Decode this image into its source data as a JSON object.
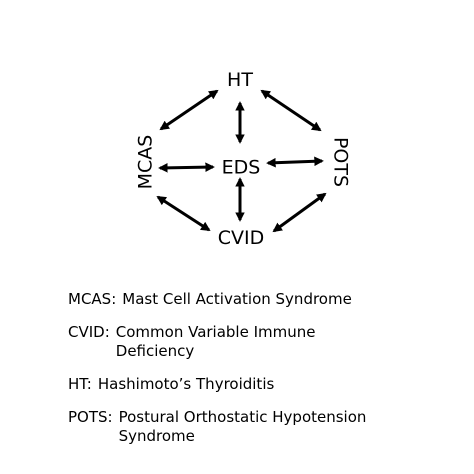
{
  "diagram": {
    "nodes": {
      "ht": "HT",
      "mcas": "MCAS",
      "eds": "EDS",
      "pots": "POTS",
      "cvid": "CVID"
    },
    "edges": [
      {
        "from": "ht",
        "to": "mcas",
        "direction": "both"
      },
      {
        "from": "ht",
        "to": "pots",
        "direction": "both"
      },
      {
        "from": "ht",
        "to": "eds",
        "direction": "both"
      },
      {
        "from": "mcas",
        "to": "eds",
        "direction": "both"
      },
      {
        "from": "eds",
        "to": "pots",
        "direction": "both"
      },
      {
        "from": "eds",
        "to": "cvid",
        "direction": "both"
      },
      {
        "from": "mcas",
        "to": "cvid",
        "direction": "both"
      },
      {
        "from": "pots",
        "to": "cvid",
        "direction": "both"
      }
    ]
  },
  "legend": [
    {
      "abbr": "MCAS:",
      "definition": "Mast Cell Activation Syndrome"
    },
    {
      "abbr": "CVID:",
      "definition": "Common Variable Immune Deficiency"
    },
    {
      "abbr": "HT:",
      "definition": "Hashimoto’s Thyroiditis"
    },
    {
      "abbr": "POTS:",
      "definition": "Postural Orthostatic Hypotension Syndrome"
    }
  ]
}
